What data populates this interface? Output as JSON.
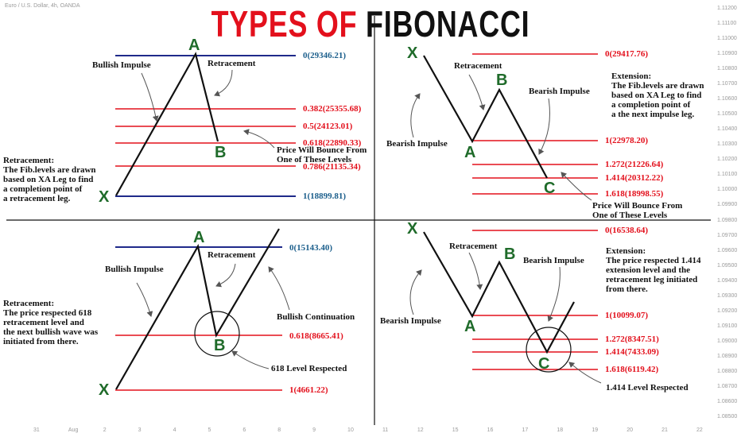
{
  "symbol": "Euro / U.S. Dollar, 4h, OANDA",
  "title": {
    "part1": "TYPES OF",
    "part2": "FIBONACCI"
  },
  "colors": {
    "red": "#e3101c",
    "navy": "#1f2a8a",
    "green": "#1f6b2a",
    "levelBlue": "#1c5f8c"
  },
  "axes": {
    "x_ticks": [
      "31",
      "Aug",
      "2",
      "3",
      "4",
      "5",
      "6",
      "8",
      "9",
      "10",
      "11",
      "12",
      "15",
      "16",
      "17",
      "18",
      "19",
      "20",
      "21",
      "22"
    ],
    "y_ticks": [
      "1.11200",
      "1.11100",
      "1.11000",
      "1.10900",
      "1.10800",
      "1.10700",
      "1.10600",
      "1.10500",
      "1.10400",
      "1.10300",
      "1.10200",
      "1.10100",
      "1.10000",
      "1.09900",
      "1.09800",
      "1.09700",
      "1.09600",
      "1.09500",
      "1.09400",
      "1.09300",
      "1.09200",
      "1.09100",
      "1.09000",
      "1.08900",
      "1.08800",
      "1.08700",
      "1.08600",
      "1.08500"
    ]
  },
  "panels": {
    "tl": {
      "points": {
        "A": "A",
        "B": "B",
        "X": "X"
      },
      "labels": {
        "impulse": "Bullish Impulse",
        "retracement": "Retracement",
        "bounce": "Price Will Bounce From\nOne of These Levels"
      },
      "desc": "Retracement:\nThe Fib.levels are drawn\nbased on XA Leg to find\na completion point of\na retracement leg.",
      "levels": [
        "0(29346.21)",
        "0.382(25355.68)",
        "0.5(24123.01)",
        "0.618(22890.33)",
        "0.786(21135.34)",
        "1(18899.81)"
      ]
    },
    "tr": {
      "points": {
        "X": "X",
        "A": "A",
        "B": "B",
        "C": "C"
      },
      "labels": {
        "retracement": "Retracement",
        "impulse_down": "Bearish Impulse",
        "impulse_left": "Bearish Impulse",
        "bounce": "Price Will Bounce From\nOne of These Levels"
      },
      "desc": "Extension:\nThe Fib.levels are drawn\nbased on XA Leg to find\na completion point of\na the next impulse leg.",
      "levels": [
        "0(29417.76)",
        "1(22978.20)",
        "1.272(21226.64)",
        "1.414(20312.22)",
        "1.618(18998.55)"
      ]
    },
    "bl": {
      "points": {
        "A": "A",
        "B": "B",
        "X": "X"
      },
      "labels": {
        "impulse": "Bullish Impulse",
        "retracement": "Retracement",
        "continuation": "Bullish Continuation",
        "respected": "618 Level Respected"
      },
      "desc": "Retracement:\nThe price respected 618\nretracement level and\nthe next bullish wave was\ninitiated from there.",
      "levels": [
        "0(15143.40)",
        "0.618(8665.41)",
        "1(4661.22)"
      ]
    },
    "br": {
      "points": {
        "X": "X",
        "A": "A",
        "B": "B",
        "C": "C"
      },
      "labels": {
        "retracement": "Retracement",
        "impulse_left": "Bearish Impulse",
        "impulse_right": "Bearish Impulse",
        "respected": "1.414 Level Respected"
      },
      "desc": "Extension:\nThe price respected 1.414\nextension level and the\nretracement leg initiated\nfrom there.",
      "levels": [
        "0(16538.64)",
        "1(10099.07)",
        "1.272(8347.51)",
        "1.414(7433.09)",
        "1.618(6119.42)"
      ]
    }
  }
}
